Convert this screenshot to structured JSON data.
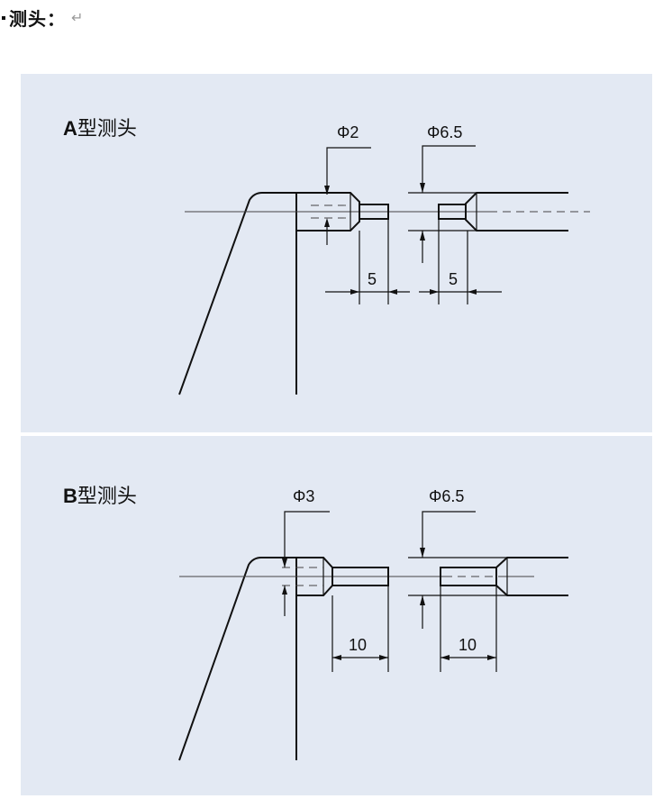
{
  "heading": {
    "text": "测头：",
    "return_glyph": "↵"
  },
  "panels": [
    {
      "title_letter": "A",
      "title_word": "型测头",
      "labels": {
        "tip_diameter": "Φ2",
        "anvil_diameter": "Φ6.5",
        "tip_length": "5",
        "anvil_length": "5"
      }
    },
    {
      "title_letter": "B",
      "title_word": "型测头",
      "labels": {
        "tip_diameter": "Φ3",
        "anvil_diameter": "Φ6.5",
        "tip_length": "10",
        "anvil_length": "10"
      }
    }
  ],
  "colors": {
    "panel_background": "#e3e9f3",
    "line": "#111111"
  }
}
